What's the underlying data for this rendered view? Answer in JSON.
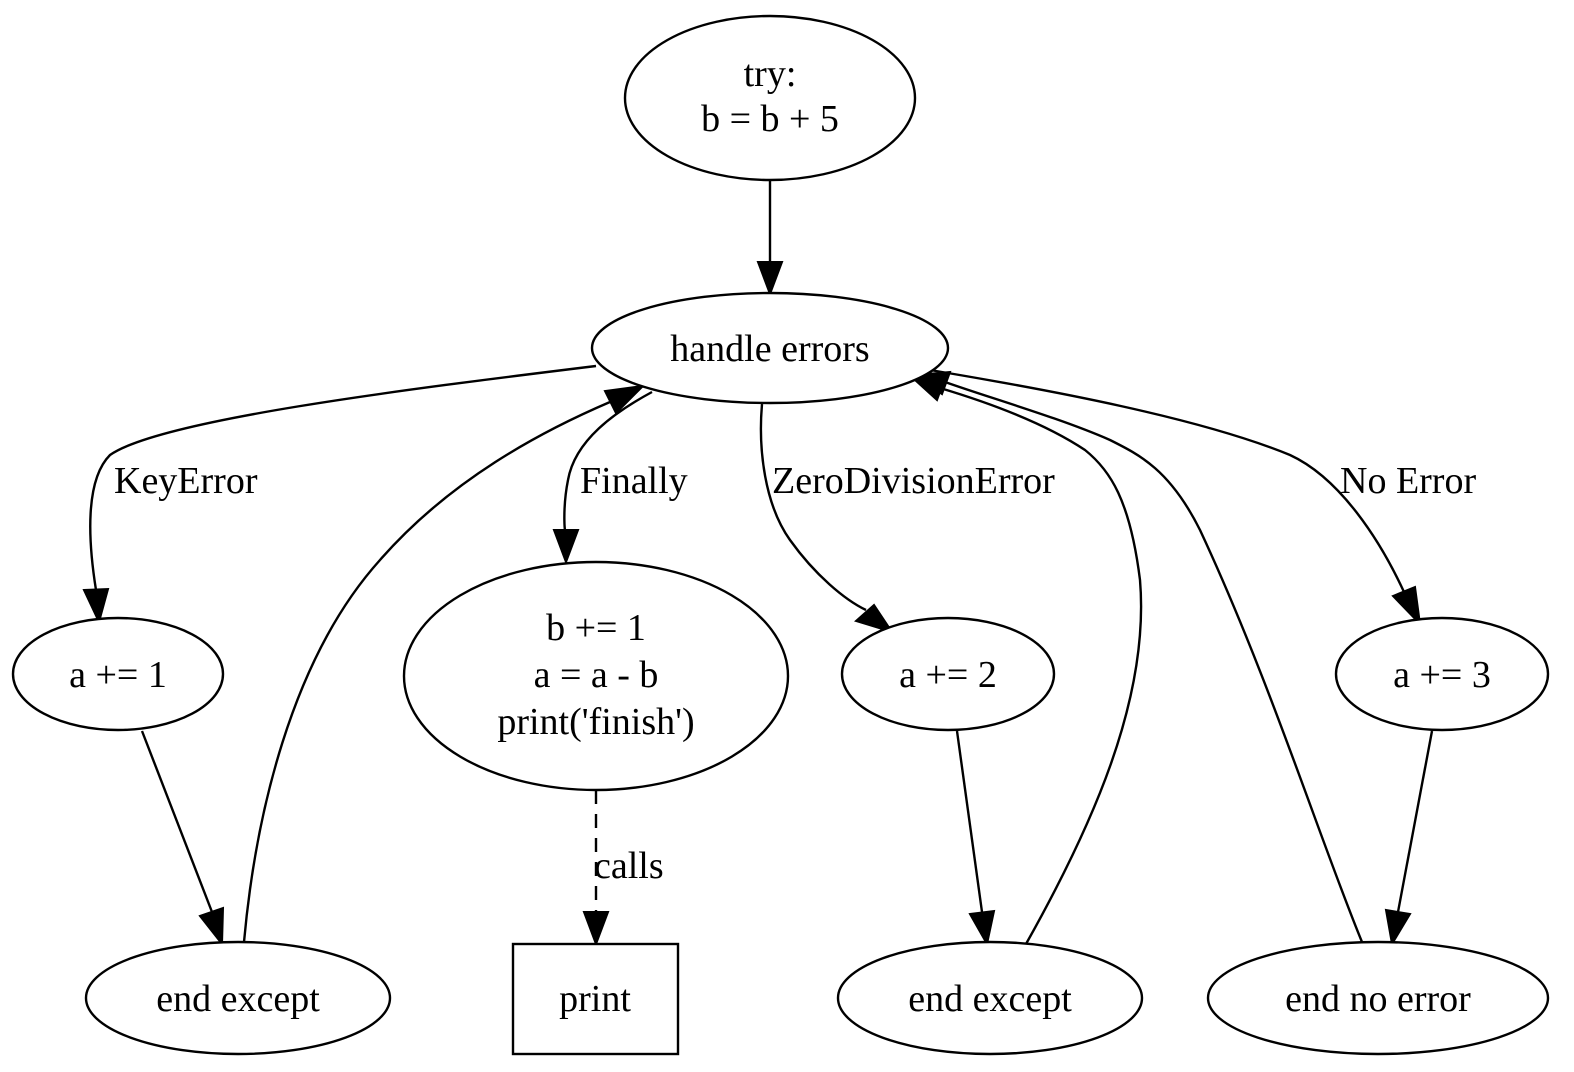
{
  "diagram": {
    "nodes": {
      "try": {
        "lines": [
          "try:",
          "b = b + 5"
        ]
      },
      "handle": {
        "lines": [
          "handle errors"
        ]
      },
      "a1": {
        "lines": [
          "a += 1"
        ]
      },
      "finally_body": {
        "lines": [
          "b += 1",
          "a = a - b",
          "print('finish')"
        ]
      },
      "a2": {
        "lines": [
          "a += 2"
        ]
      },
      "a3": {
        "lines": [
          "a += 3"
        ]
      },
      "end1": {
        "lines": [
          "end except"
        ]
      },
      "print": {
        "lines": [
          "print"
        ]
      },
      "end2": {
        "lines": [
          "end except"
        ]
      },
      "end3": {
        "lines": [
          "end no error"
        ]
      }
    },
    "edges": {
      "key_error": "KeyError",
      "finally": "Finally",
      "zero_div": "ZeroDivisionError",
      "no_error": "No Error",
      "calls": "calls"
    }
  }
}
